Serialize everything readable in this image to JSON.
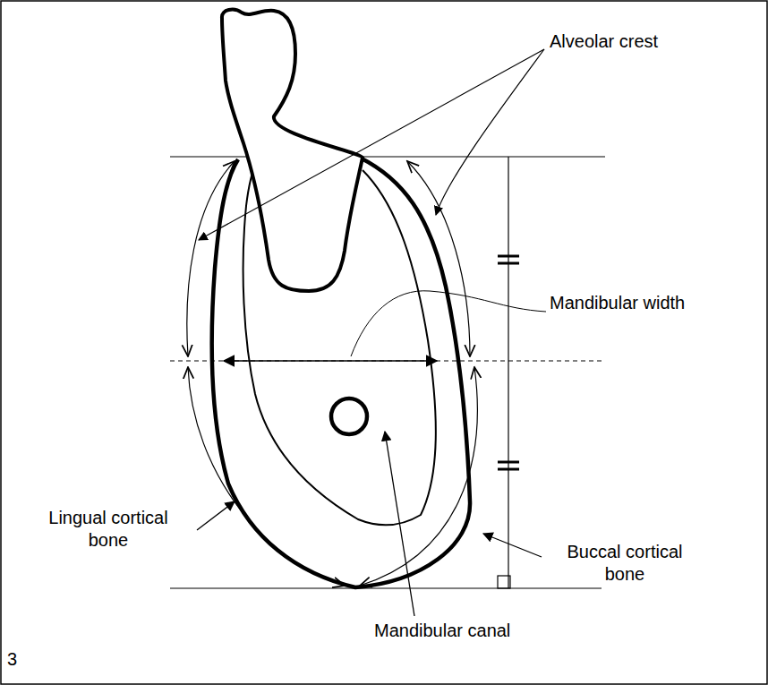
{
  "diagram": {
    "labels": [
      "Alveolar crest",
      "Mandibular width",
      "Lingual cortical bone",
      "Buccal cortical bone",
      "Mandibular canal",
      "3"
    ]
  }
}
